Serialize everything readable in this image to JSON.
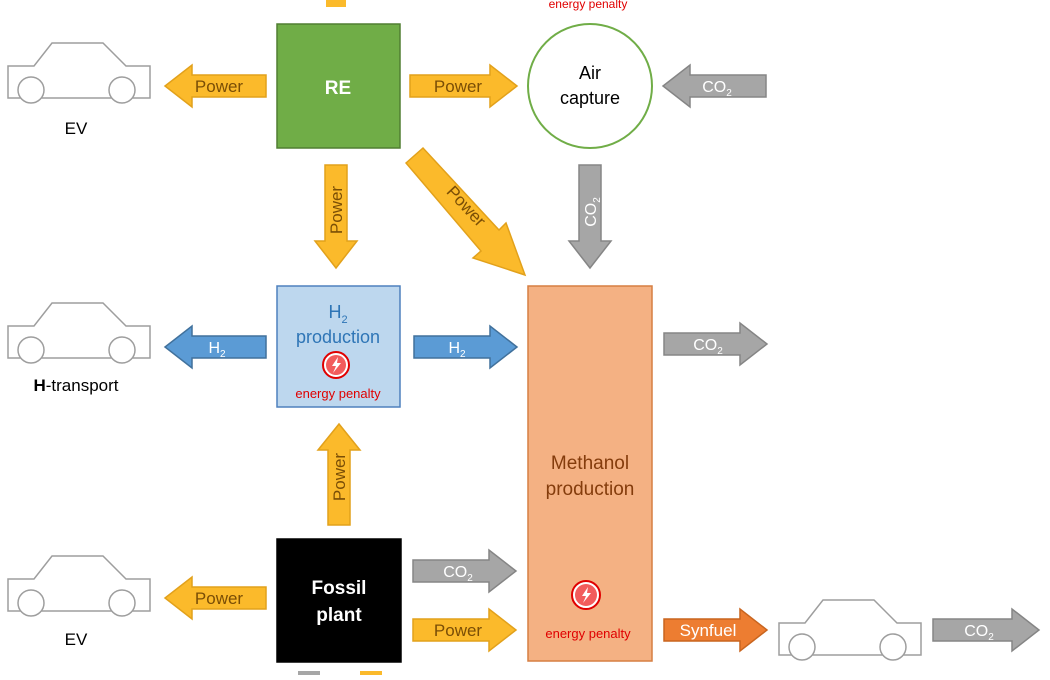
{
  "colors": {
    "power": "#FBBA2B",
    "power_stroke": "#E2A11B",
    "power_text": "#7A4E06",
    "hydrogen": "#5B9BD5",
    "hydrogen_stroke": "#41719C",
    "co2": "#A6A6A6",
    "co2_stroke": "#858585",
    "synfuel": "#ED7D31",
    "synfuel_stroke": "#C9651F",
    "re_fill": "#70AD47",
    "re_stroke": "#507E32",
    "h2box_fill": "#BDD7EE",
    "h2box_stroke": "#4F81BD",
    "h2box_text": "#2E75B6",
    "methanol_fill": "#F4B183",
    "methanol_stroke": "#D67F42",
    "methanol_text": "#843C0C",
    "fossil_fill": "#000000",
    "aircapture_stroke": "#70AD47",
    "penalty_red": "#E00000",
    "car_stroke": "#9E9E9E"
  },
  "nodes": {
    "re": {
      "label": "RE"
    },
    "air_capture": {
      "line1": "Air",
      "line2": "capture"
    },
    "h2_production": {
      "title_prefix": "H",
      "title_sub": "2",
      "line2": "production",
      "penalty": "energy penalty",
      "penalty_icon": "lightning-icon"
    },
    "methanol": {
      "line1": "Methanol",
      "line2": "production",
      "penalty": "energy penalty",
      "penalty_icon": "lightning-icon"
    },
    "fossil": {
      "line1": "Fossil",
      "line2": "plant"
    }
  },
  "top_partial_text": "energy penalty",
  "vehicles": {
    "ev_top": {
      "label": "EV",
      "icon": "car-icon"
    },
    "h_transport": {
      "label_bold": "H",
      "label_rest": "-transport",
      "icon": "car-icon"
    },
    "ev_bottom": {
      "label": "EV",
      "icon": "car-icon"
    },
    "synfuel_car": {
      "icon": "car-icon"
    }
  },
  "flows": {
    "power_re_to_ev": "Power",
    "power_re_to_air": "Power",
    "power_re_to_h2": "Power",
    "power_re_to_methanol": "Power",
    "power_fossil_to_h2": "Power",
    "power_fossil_to_ev": "Power",
    "power_fossil_to_methanol": "Power",
    "co2_prefix": "CO",
    "co2_sub": "2",
    "h2_prefix": "H",
    "h2_sub": "2",
    "synfuel": "Synfuel"
  }
}
